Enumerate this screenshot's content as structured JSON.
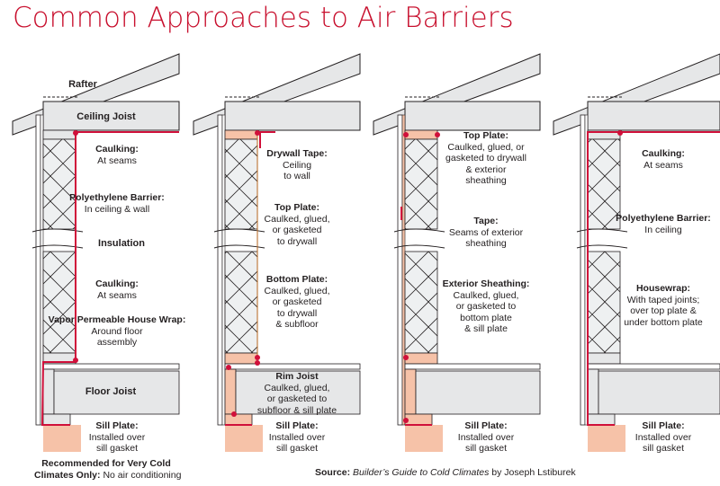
{
  "title": "Common Approaches to Air Barriers",
  "colors": {
    "title": "#c8102e",
    "air_barrier": "#d0103a",
    "framing_wood": "#f6c2a8",
    "member_fill": "#e6e7e8",
    "insulation_fill": "#eef0f1",
    "outline": "#231f20"
  },
  "panels": [
    {
      "id": "panel-1",
      "member_labels": {
        "rafter": "Rafter",
        "ceiling_joist": "Ceiling Joist",
        "insulation": "Insulation",
        "floor_joist": "Floor Joist"
      },
      "callouts": [
        {
          "title": "Caulking:",
          "lines": [
            "At seams"
          ]
        },
        {
          "title": "Polyethylene Barrier:",
          "lines": [
            "In ceiling & wall"
          ]
        },
        {
          "title": "Caulking:",
          "lines": [
            "At seams"
          ]
        },
        {
          "title": "Vapor Permeable House Wrap:",
          "lines": [
            "Around floor",
            "assembly"
          ]
        },
        {
          "title": "Sill Plate:",
          "lines": [
            "Installed over",
            "sill gasket"
          ]
        }
      ],
      "note": {
        "bold": "Recommended for Very Cold",
        "bold2": "Climates Only:",
        "normal": " No air conditioning"
      }
    },
    {
      "id": "panel-2",
      "callouts": [
        {
          "title": "Drywall Tape:",
          "lines": [
            "Ceiling",
            "to wall"
          ]
        },
        {
          "title": "Top Plate:",
          "lines": [
            "Caulked, glued,",
            "or gasketed",
            "to drywall"
          ]
        },
        {
          "title": "Bottom Plate:",
          "lines": [
            "Caulked, glued,",
            "or gasketed",
            "to drywall",
            "& subfloor"
          ]
        },
        {
          "title": "Rim Joist",
          "lines": [
            "Caulked, glued,",
            "or gasketed to",
            "subfloor & sill plate"
          ]
        },
        {
          "title": "Sill Plate:",
          "lines": [
            "Installed over",
            "sill gasket"
          ]
        }
      ]
    },
    {
      "id": "panel-3",
      "callouts": [
        {
          "title": "Top Plate:",
          "lines": [
            "Caulked, glued, or",
            "gasketed to drywall",
            "& exterior",
            "sheathing"
          ]
        },
        {
          "title": "Tape:",
          "lines": [
            "Seams of exterior",
            "sheathing"
          ]
        },
        {
          "title": "Exterior Sheathing:",
          "lines": [
            "Caulked, glued,",
            "or gasketed to",
            "bottom plate",
            "& sill plate"
          ]
        },
        {
          "title": "Sill Plate:",
          "lines": [
            "Installed over",
            "sill gasket"
          ]
        }
      ]
    },
    {
      "id": "panel-4",
      "callouts": [
        {
          "title": "Caulking:",
          "lines": [
            "At seams"
          ]
        },
        {
          "title": "Polyethylene Barrier:",
          "lines": [
            "In ceiling"
          ]
        },
        {
          "title": "Housewrap:",
          "lines": [
            "With taped joints;",
            "over top plate &",
            "under bottom plate"
          ]
        },
        {
          "title": "Sill Plate:",
          "lines": [
            "Installed over",
            "sill gasket"
          ]
        }
      ]
    }
  ],
  "source": {
    "label": "Source:",
    "book": "Builder’s Guide to Cold Climates",
    "author": " by Joseph Lstiburek"
  }
}
